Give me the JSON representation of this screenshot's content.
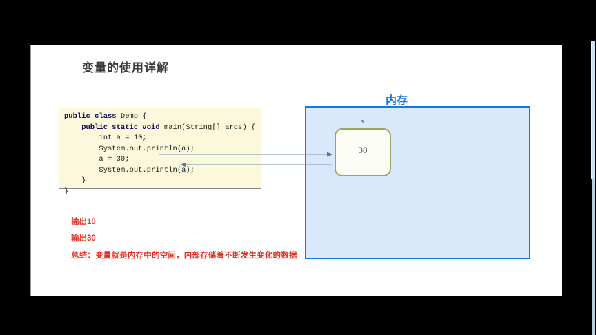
{
  "slide": {
    "title": "变量的使用详解",
    "code": {
      "lines": [
        [
          {
            "t": "public class ",
            "kw": true
          },
          {
            "t": "Demo {",
            "kw": false
          }
        ],
        [
          {
            "t": "    public static void ",
            "kw": true
          },
          {
            "t": "main(String[] args) {",
            "kw": false
          }
        ],
        [
          {
            "t": "        int a = 10;",
            "kw": false
          }
        ],
        [
          {
            "t": "        System.out.println(a);",
            "kw": false
          }
        ],
        [
          {
            "t": "        a = 30;",
            "kw": false
          }
        ],
        [
          {
            "t": "        System.out.println(a);",
            "kw": false
          }
        ],
        [
          {
            "t": "    }",
            "kw": false
          }
        ],
        [
          {
            "t": "}",
            "kw": false
          }
        ]
      ]
    },
    "notes": {
      "output_first": "输出10",
      "output_second": "输出30",
      "summary": "总结：变量就是内存中的空间，内部存储着不断发生变化的数据"
    },
    "memory": {
      "title": "内存",
      "variable_name": "a",
      "variable_value": "30"
    },
    "colors": {
      "accent_blue": "#1678dc",
      "memory_fill": "#d9e8fb",
      "cell_border": "#97ab57",
      "note_red": "#e1321f",
      "code_bg": "#fbf8dc",
      "title_gray": "#3b3b3b",
      "arrow_gray": "#7d94ad"
    },
    "icons": {
      "cursor": "mouse-pointer-icon",
      "arrow_to_memory": "arrow-right-icon",
      "arrow_to_code": "arrow-left-icon"
    }
  }
}
